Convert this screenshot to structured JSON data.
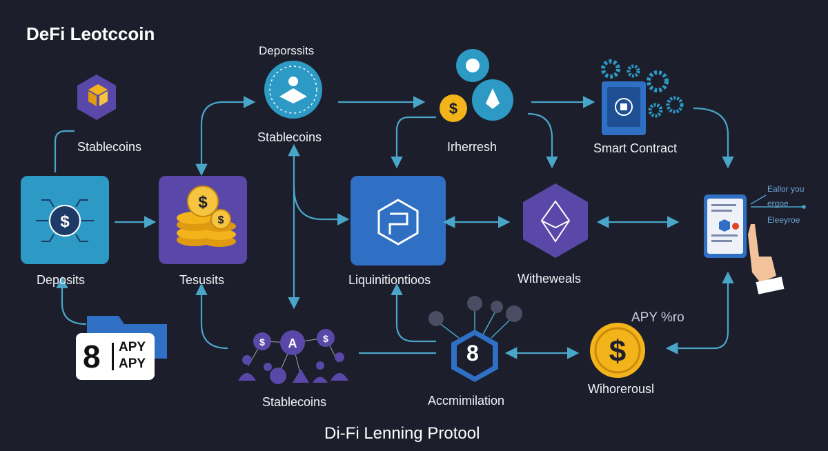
{
  "title": "DeFi Leotccoin",
  "footer": "Di-Fi Lenning Protool",
  "nodes": {
    "stablecoins_top": "Stablecoins",
    "deposits_top": "Deporssits",
    "stablecoins_mid": "Stablecoins",
    "interest": "Irherresh",
    "smart_contract": "Smart Contract",
    "deposits": "Deposits",
    "tesusits": "Tesusits",
    "liquidations": "Liquinitiontioos",
    "withdrawals": "Witheweals",
    "stablecoins_bottom": "Stablecoins",
    "accumulation": "Accmimilation",
    "wihorerousl": "Wihorerousl",
    "apy_percent": "APY %ro"
  },
  "apy_card": {
    "digit": "8",
    "line1": "APY",
    "line2": "APY"
  },
  "hex_digit": "8",
  "phone_text": {
    "line1": "Eallor you",
    "line2": "ergoe",
    "line3": "Eleeyroe"
  },
  "colors": {
    "background": "#1c1e2b",
    "arrow": "#4aa6c9",
    "teal_tile": "#2c9ac4",
    "purple_tile": "#5a48a8",
    "blue_tile": "#2f6fc4",
    "coin": "#f2b31b"
  }
}
